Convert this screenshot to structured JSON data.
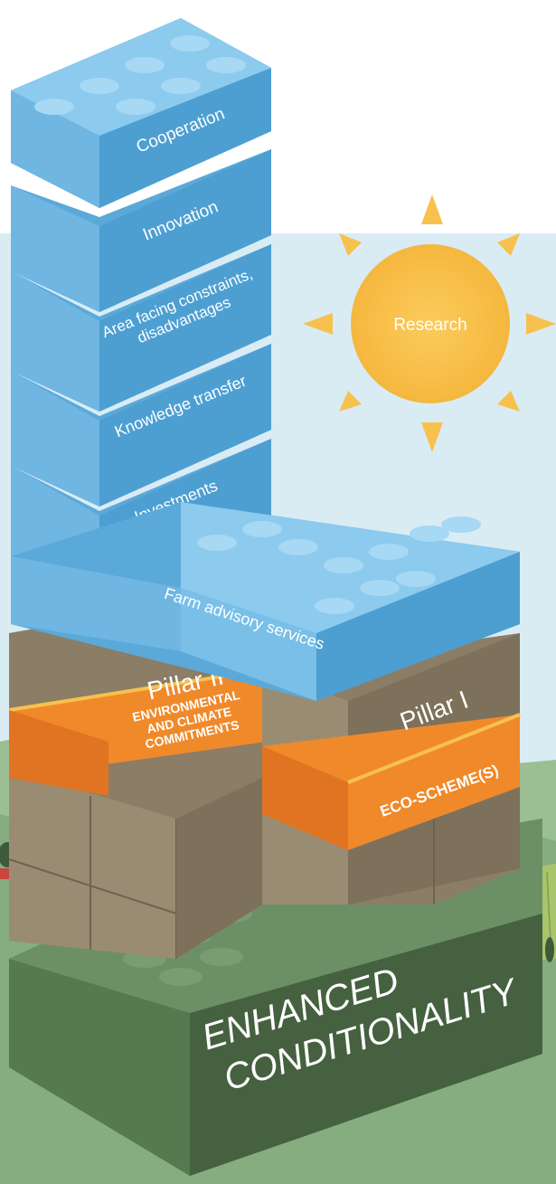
{
  "title": "",
  "colors": {
    "sky": "#d9ecf4",
    "ground": "#8db48a",
    "blue_brick": "#5aa9d9",
    "blue_brick_light": "#8ccaee",
    "brown_brick": "#8b7d66",
    "orange_band": "#f0892a",
    "green_brick": "#4d6b4a",
    "sun": "#f7c14e"
  },
  "sun": {
    "label": "Research",
    "icon": "sun-icon"
  },
  "pillar2": {
    "label": "Pillar II",
    "band_line1": "ENVIRONMENTAL",
    "band_line2": "AND CLIMATE",
    "band_line3": "COMMITMENTS"
  },
  "pillar1": {
    "label": "Pillar I",
    "band": "ECO-SCHEME(S)"
  },
  "base": {
    "line1": "ENHANCED",
    "line2": "CONDITIONALITY"
  },
  "bricks": [
    {
      "label": "Cooperation"
    },
    {
      "label": "Innovation"
    },
    {
      "label_line1": "Area facing constraints,",
      "label_line2": "disadvantages"
    },
    {
      "label": "Knowledge transfer"
    },
    {
      "label": "Investments"
    },
    {
      "label": "Farm advisory services"
    }
  ]
}
